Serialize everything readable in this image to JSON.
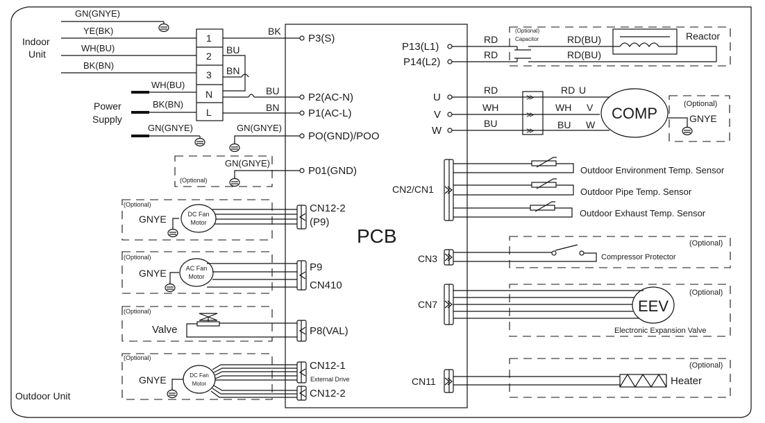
{
  "diagram": {
    "outdoor_unit_label": "Outdoor Unit",
    "pcb_label": "PCB",
    "indoor_unit": {
      "label_line1": "Indoor",
      "label_line2": "Unit",
      "wires": [
        "GN(GNYE)",
        "YE(BK)",
        "WH(BU)",
        "BK(BN)"
      ]
    },
    "power_supply": {
      "label_line1": "Power",
      "label_line2": "Supply",
      "wires": [
        "WH(BU)",
        "BK(BN)",
        "GN(GNYE)"
      ]
    },
    "terminal_block": [
      "1",
      "2",
      "3",
      "N",
      "L"
    ],
    "terminal_out_wires": {
      "t1": "BK",
      "t2": "BU",
      "t3": "BN",
      "n": "BU",
      "l": "BN",
      "gnd": "GN(GNYE)"
    },
    "pcb_left_ports": {
      "p3": "P3(S)",
      "p2": "P2(AC-N)",
      "p1": "P1(AC-L)",
      "p0": "PO(GND)/POO",
      "p01": "P01(GND)",
      "cn12_2_top": "CN12-2",
      "p9_paren": "(P9)",
      "p9": "P9",
      "cn410": "CN410",
      "p8": "P8(VAL)",
      "cn12_1": "CN12-1",
      "external_drive": "External Drive",
      "cn12_2_bottom": "CN12-2"
    },
    "pcb_right_ports": {
      "p13": "P13(L1)",
      "p14": "P14(L2)",
      "u": "U",
      "v": "V",
      "w": "W",
      "cn2_cn1": "CN2/CN1",
      "cn3": "CN3",
      "cn7": "CN7",
      "cn11": "CN11"
    },
    "optional_label": "(Optional)",
    "optional_ground": {
      "wire": "GN(GNYE)"
    },
    "dc_fan_motor_1": {
      "ground": "GNYE",
      "line1": "DC Fan",
      "line2": "Motor"
    },
    "ac_fan_motor": {
      "ground": "GNYE",
      "line1": "AC Fan",
      "line2": "Motor"
    },
    "valve": {
      "label": "Valve"
    },
    "dc_fan_motor_2": {
      "ground": "GNYE",
      "line1": "DC Fan",
      "line2": "Motor"
    },
    "reactor_section": {
      "wire_left_1": "RD",
      "wire_left_2": "RD",
      "capacitor_optional": "(Optional)",
      "capacitor": "Capacitor",
      "wire_right_1": "RD(BU)",
      "wire_right_2": "RD(BU)",
      "reactor": "Reactor"
    },
    "compressor": {
      "label": "COMP",
      "wires_left": [
        "RD",
        "WH",
        "BU"
      ],
      "wires_right": [
        "RD",
        "WH",
        "BU"
      ],
      "phases": [
        "U",
        "V",
        "W"
      ],
      "ground_optional": "(Optional)",
      "ground": "GNYE"
    },
    "sensors": [
      "Outdoor Environment Temp. Sensor",
      "Outdoor Pipe Temp. Sensor",
      "Outdoor Exhaust Temp. Sensor"
    ],
    "compressor_protector": "Compressor Protector",
    "eev": {
      "label": "EEV",
      "caption": "Electronic Expansion Valve"
    },
    "heater": "Heater"
  }
}
